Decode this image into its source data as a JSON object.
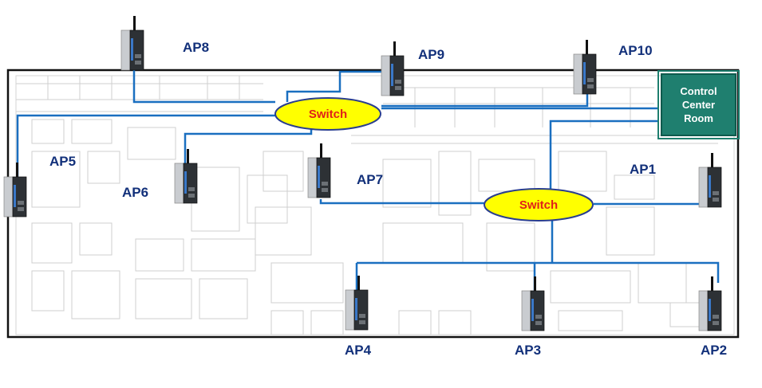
{
  "access_points": [
    {
      "id": "AP1",
      "label": "AP1"
    },
    {
      "id": "AP2",
      "label": "AP2"
    },
    {
      "id": "AP3",
      "label": "AP3"
    },
    {
      "id": "AP4",
      "label": "AP4"
    },
    {
      "id": "AP5",
      "label": "AP5"
    },
    {
      "id": "AP6",
      "label": "AP6"
    },
    {
      "id": "AP7",
      "label": "AP7"
    },
    {
      "id": "AP8",
      "label": "AP8"
    },
    {
      "id": "AP9",
      "label": "AP9"
    },
    {
      "id": "AP10",
      "label": "AP10"
    }
  ],
  "switches": [
    {
      "id": "switch-top",
      "label": "Switch"
    },
    {
      "id": "switch-bottom",
      "label": "Switch"
    }
  ],
  "control_center": {
    "line1": "Control",
    "line2": "Center",
    "line3": "Room"
  },
  "colors": {
    "cable": "#1a6fc0",
    "switch_fill": "#ffff00",
    "switch_border": "#2a3e8f",
    "switch_text": "#e0201a",
    "label": "#12307a",
    "control_center": "#1f7f6f",
    "floorplan_line": "#c8c8c8"
  }
}
